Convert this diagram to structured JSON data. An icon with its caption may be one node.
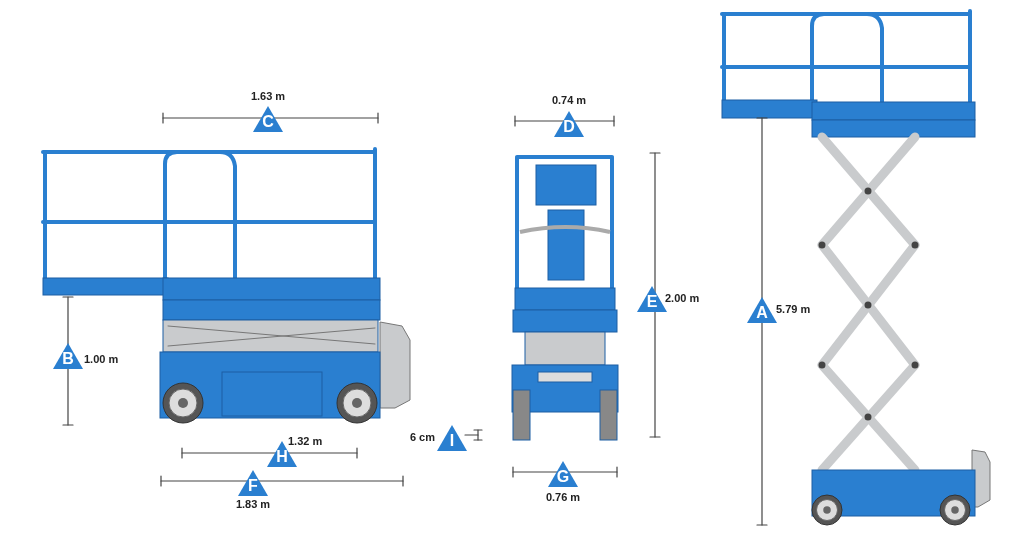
{
  "diagram": {
    "nodes": [
      {
        "text": [
          "C"
        ],
        "beside": [
          "1.63 m"
        ]
      },
      {
        "text": [
          "B"
        ],
        "beside": [
          "1.00 m"
        ]
      },
      {
        "text": [
          "H"
        ],
        "beside": [
          "1.32 m"
        ]
      },
      {
        "text": [
          "F"
        ],
        "beside": [
          "1.83 m"
        ]
      },
      {
        "text": [
          "D"
        ],
        "beside": [
          "0.74 m"
        ]
      },
      {
        "text": [
          "E"
        ],
        "beside": [
          "2.00 m"
        ]
      },
      {
        "text": [
          "I"
        ],
        "beside": [
          "6 cm"
        ]
      },
      {
        "text": [
          "G"
        ],
        "beside": [
          "0.76 m"
        ]
      },
      {
        "text": [
          "A"
        ],
        "beside": [
          "5.79 m"
        ]
      }
    ]
  }
}
